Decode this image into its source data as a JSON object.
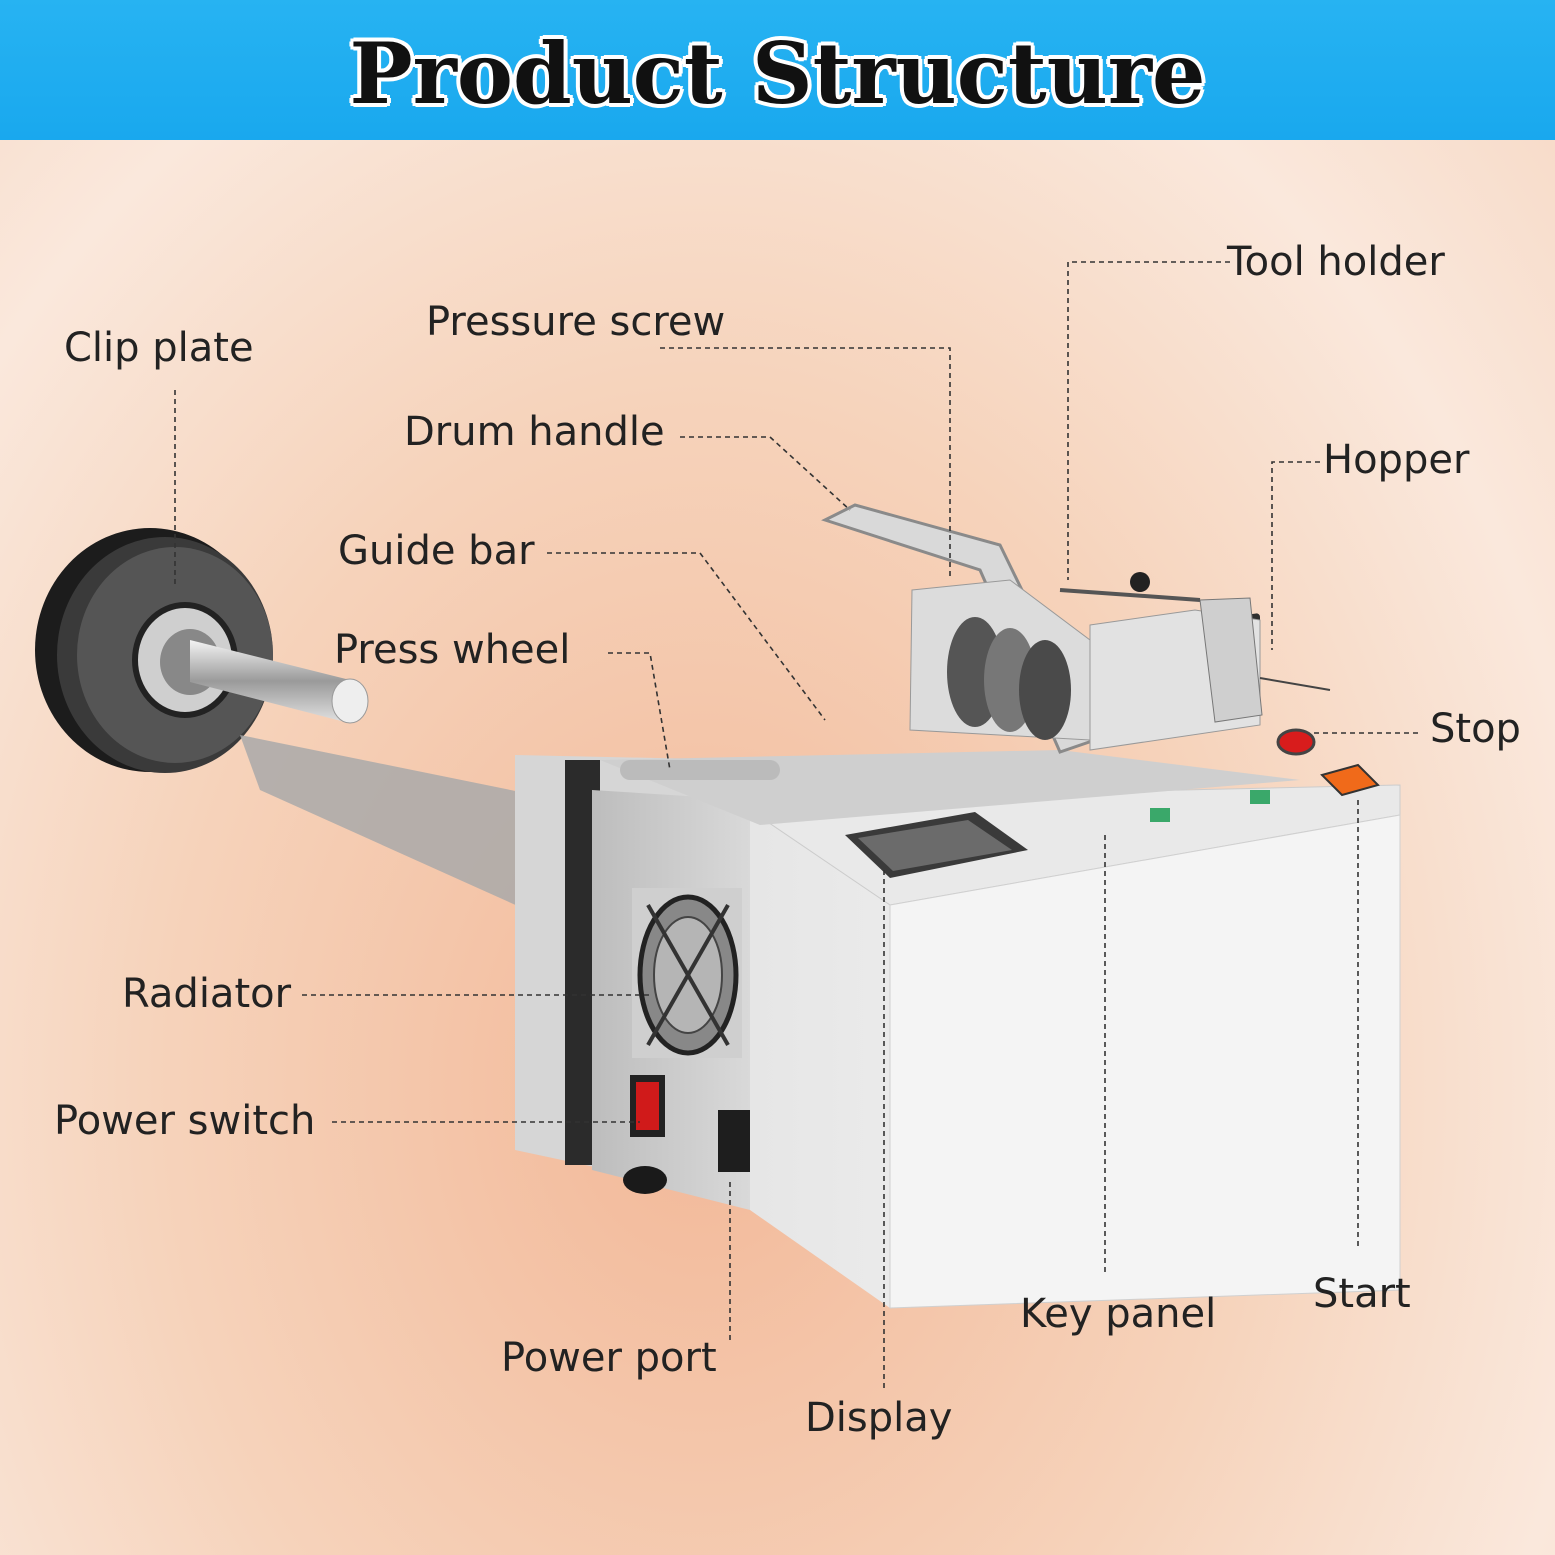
{
  "title": "Product Structure",
  "labels": {
    "clip_plate": "Clip plate",
    "pressure_screw": "Pressure screw",
    "tool_holder": "Tool holder",
    "drum_handle": "Drum handle",
    "hopper": "Hopper",
    "guide_bar": "Guide bar",
    "press_wheel": "Press wheel",
    "stop": "Stop",
    "radiator": "Radiator",
    "power_switch": "Power switch",
    "start": "Start",
    "key_panel": "Key panel",
    "power_port": "Power port",
    "display": "Display"
  },
  "colors": {
    "banner": "#1eaaf0",
    "machine_body": "#f1f1f1",
    "stop_button": "#d81c1c",
    "start_button": "#f06a1a",
    "power_switch": "#d01a1a"
  }
}
